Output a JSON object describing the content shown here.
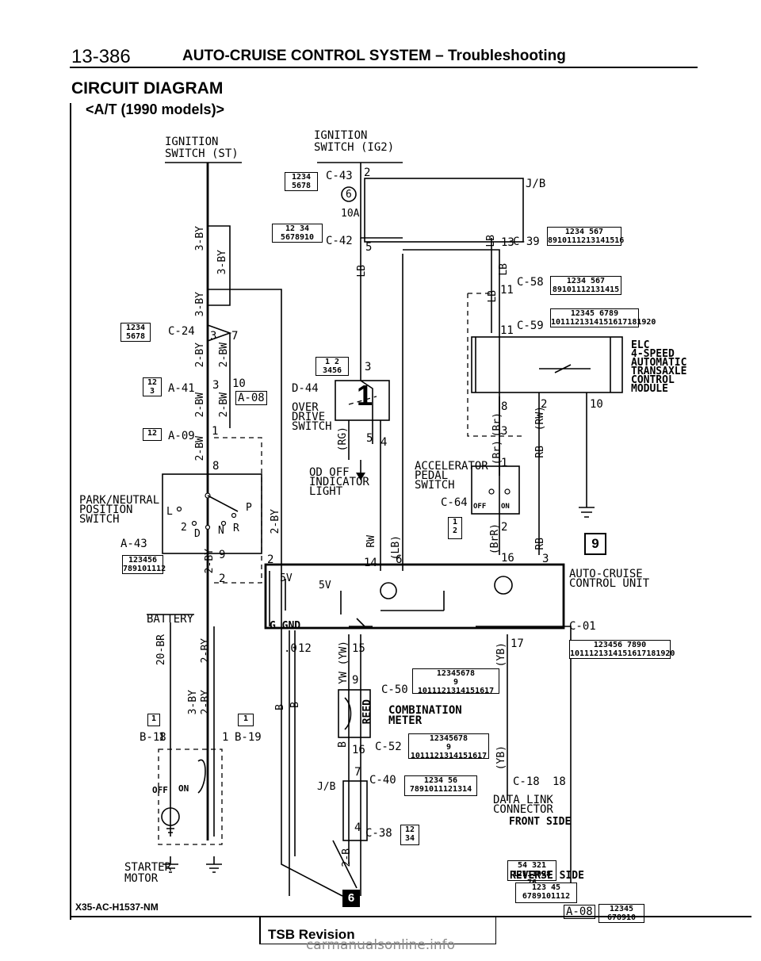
{
  "header": {
    "page_number": "13-386",
    "title": "AUTO-CRUISE CONTROL SYSTEM – Troubleshooting"
  },
  "section": {
    "title": "CIRCUIT DIAGRAM",
    "subtitle": "<A/T (1990 models)>"
  },
  "components": {
    "ign_st": "IGNITION SWITCH (ST)",
    "ign_ig2": "IGNITION SWITCH (IG2)",
    "jb": "J/B",
    "fuse": "10A",
    "fuse_no": "6",
    "overdrive": [
      "OVER",
      "DRIVE",
      "SWITCH"
    ],
    "od_light": [
      "OD OFF",
      "INDICATOR",
      "LIGHT"
    ],
    "accel": [
      "ACCELERATOR",
      "PEDAL",
      "SWITCH"
    ],
    "elc": [
      "ELC",
      "4-SPEED",
      "AUTOMATIC",
      "TRANSAXLE",
      "CONTROL",
      "MODULE"
    ],
    "park": [
      "PARK/NEUTRAL",
      "POSITION",
      "SWITCH"
    ],
    "acu": [
      "AUTO-CRUISE",
      "CONTROL UNIT"
    ],
    "battery": "BATTERY",
    "comb_meter": [
      "COMBINATION",
      "METER"
    ],
    "data_link": [
      "DATA LINK",
      "CONNECTOR"
    ],
    "front_side": "FRONT SIDE",
    "reverse_side": "REVERSE SIDE",
    "starter": [
      "STARTER",
      "MOTOR"
    ],
    "jb2": "J/B",
    "gnd": "G GND",
    "v5a": "5V",
    "v5b": "5V",
    "sw_off": "OFF",
    "sw_on": "ON",
    "prnd": [
      "P",
      "R",
      "N",
      "D",
      "2",
      "L"
    ],
    "starter_off": "OFF",
    "starter_on": "ON"
  },
  "connectors": {
    "c43": "C-43",
    "c42": "C-42",
    "c39": "C-39",
    "c58": "C-58",
    "c59": "C-59",
    "c24": "C-24",
    "a41": "A-41",
    "a08": "A-08",
    "a09": "A-09",
    "a43": "A-43",
    "d44": "D-44",
    "c64": "C-64",
    "c01": "C-01",
    "c50": "C-50",
    "c52": "C-52",
    "c40": "C-40",
    "c38": "C-38",
    "c18": "C-18",
    "b18": "B-18",
    "b19": "B-19",
    "a08b": "A-08"
  },
  "wires": {
    "bY3a": "3-BY",
    "bY3b": "3-BY",
    "bY3c": "3-BY",
    "bY2a": "2-BY",
    "bW2a": "2-BW",
    "bW2b": "2-BW",
    "bW2c": "2-BW",
    "bW2d": "2-BW",
    "bY2b": "2-BY",
    "bY2c": "2-BY",
    "bY2d": "2-BY",
    "bY3d": "3-BY",
    "bY2e": "2-BY",
    "br20": "20-BR",
    "lb1": "LB",
    "lb2": "LB",
    "lb3": "LB",
    "lb4": "LB",
    "rg": "(RG)",
    "br1": "(Br)",
    "br2": "(Br)",
    "rw": "(RW)",
    "rb1": "RB",
    "rb2": "RB",
    "brr": "(BrR)",
    "rw2": "RW",
    "lb5": "(LB)",
    "yw": "YW (YW)",
    "yb1": "(YB)",
    "yb2": "(YB)",
    "reed": "REED",
    "b1": "B",
    "b2": "B",
    "b3": "B",
    "rb3": "2-B"
  },
  "pins": {
    "p2": "2",
    "p5": "5",
    "p13": "13",
    "p11a": "11",
    "p11b": "11",
    "p3a": "3",
    "p7": "7",
    "p3b": "3",
    "p10": "10",
    "p1a": "1",
    "p8": "8",
    "p9": "9",
    "p2b": "2",
    "p1big": "1",
    "p5b": "5",
    "p4": "4",
    "p8b": "8",
    "p3c": "3",
    "p2c": "2",
    "p10b": "10",
    "p1b": "1",
    "p2d": "2",
    "p16": "16",
    "p3d": "3",
    "p14": "14",
    "p6": "6",
    "p2e": "2",
    "p12": "12",
    "p15": "15",
    "p17": "17",
    "p9b": "9",
    "p16b": "16",
    "p7b": "7",
    "p4b": "4",
    "p1c": "1",
    "p1d": "1",
    "p0": ".0",
    "p18": "18",
    "p3e": "3"
  },
  "ground_badges": {
    "g9": "9",
    "g6": "6"
  },
  "figure_code": "X35-AC-H1537-NM",
  "footer": {
    "tsb": "TSB Revision"
  },
  "watermark": "carmanualsonline.info"
}
